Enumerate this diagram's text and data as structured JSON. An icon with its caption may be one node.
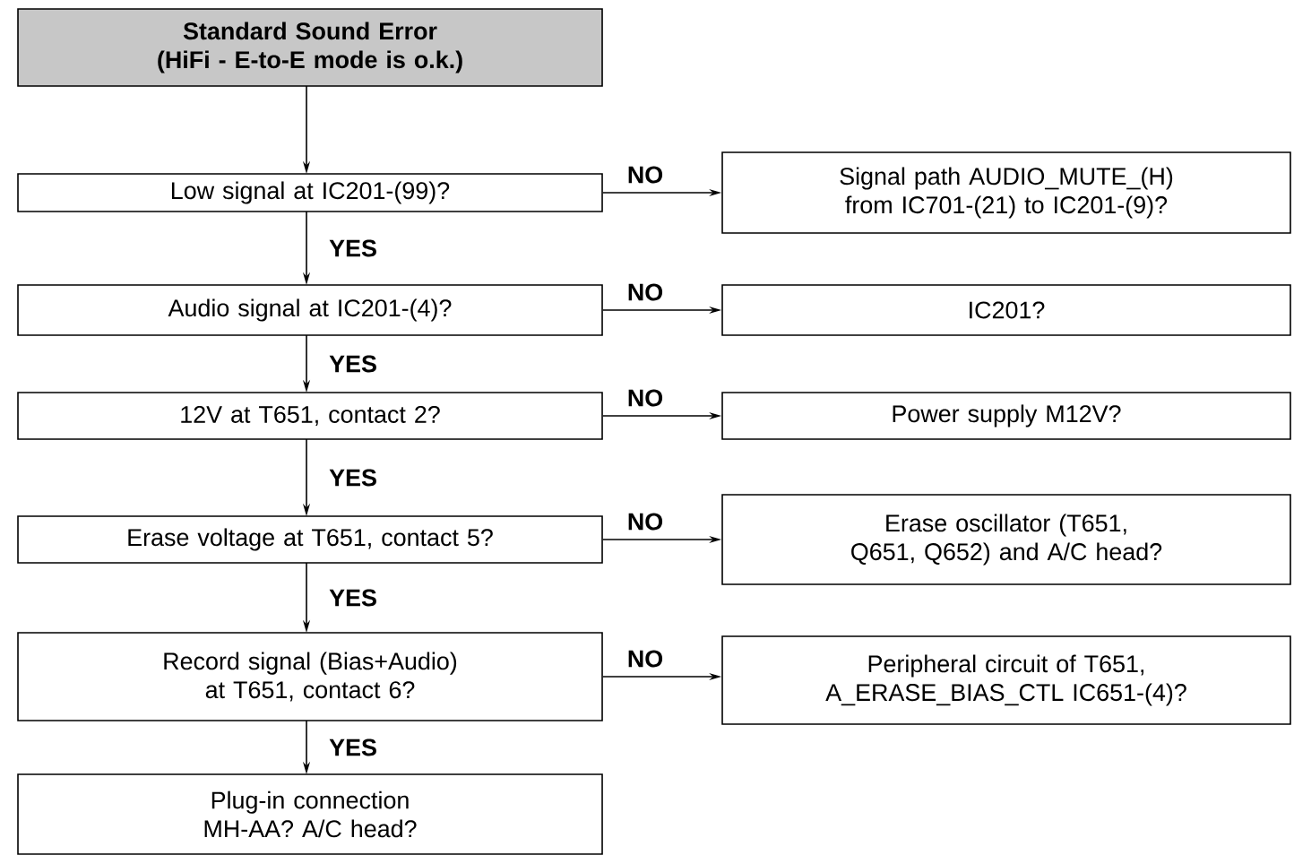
{
  "diagram": {
    "nodes": [
      {
        "text": [
          "Standard Sound Error (HiFi - E-to-E mode is o.k.)"
        ]
      },
      {
        "text": [
          "Low signal at IC201-(99)?"
        ]
      },
      {
        "text": [
          "Signal path  AUDIO_MUTE_(H) from IC701-(21) to IC201-(9)?"
        ]
      },
      {
        "text": [
          "Audio signal at IC201-(4)?"
        ]
      },
      {
        "text": [
          "IC201?"
        ]
      },
      {
        "text": [
          "12V at T651, contact 2?"
        ]
      },
      {
        "text": [
          "Power supply M12V?"
        ]
      },
      {
        "text": [
          "Erase voltage at T651, contact 5?"
        ]
      },
      {
        "text": [
          "Erase oscillator (T651, Q651, Q652) and A/C head?"
        ]
      },
      {
        "text": [
          "Record signal (Bias+Audio) at T651, contact 6?"
        ]
      },
      {
        "text": [
          "Peripheral circuit of T651, A_ERASE_BIAS_CTL IC651-(4)?"
        ]
      },
      {
        "text": [
          "Plug-in connection MH-AA? A/C head?"
        ]
      }
    ],
    "edges": [
      {
        "from": 0,
        "to": 1,
        "arrow": "to"
      },
      {
        "from": 1,
        "to": 2,
        "arrow": "to",
        "label": "NO"
      },
      {
        "from": 1,
        "to": 3,
        "arrow": "to",
        "label": "YES"
      },
      {
        "from": 3,
        "to": 4,
        "arrow": "to",
        "label": "NO"
      },
      {
        "from": 3,
        "to": 5,
        "arrow": "to",
        "label": "YES"
      },
      {
        "from": 5,
        "to": 6,
        "arrow": "to",
        "label": "NO"
      },
      {
        "from": 5,
        "to": 7,
        "arrow": "to",
        "label": "YES"
      },
      {
        "from": 7,
        "to": 8,
        "arrow": "to",
        "label": "NO"
      },
      {
        "from": 7,
        "to": 9,
        "arrow": "to",
        "label": "YES"
      },
      {
        "from": 9,
        "to": 10,
        "arrow": "to",
        "label": "NO"
      },
      {
        "from": 9,
        "to": 11,
        "arrow": "to",
        "label": "YES"
      }
    ]
  }
}
